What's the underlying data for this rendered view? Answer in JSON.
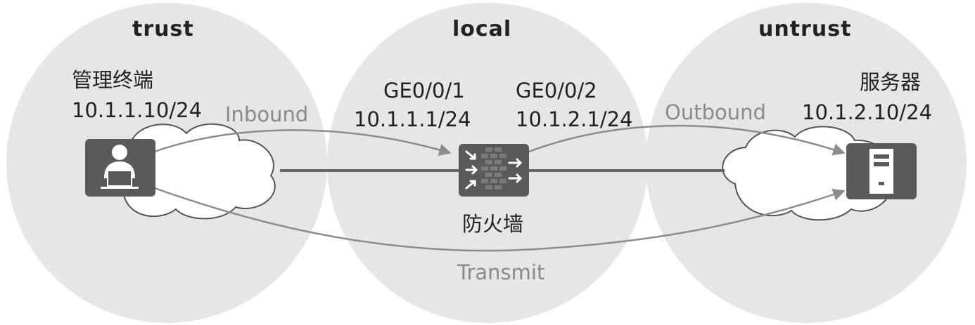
{
  "zones": {
    "trust": "trust",
    "local": "local",
    "untrust": "untrust"
  },
  "terminal": {
    "name": "管理终端",
    "ip": "10.1.1.10/24"
  },
  "firewall": {
    "name": "防火墙",
    "port1": {
      "name": "GE0/0/1",
      "ip": "10.1.1.1/24"
    },
    "port2": {
      "name": "GE0/0/2",
      "ip": "10.1.2.1/24"
    }
  },
  "server": {
    "name": "服务器",
    "ip": "10.1.2.10/24"
  },
  "flows": {
    "inbound": "Inbound",
    "outbound": "Outbound",
    "transmit": "Transmit"
  },
  "colors": {
    "zone_fill": "#e6e6e6",
    "cloud_fill": "#ffffff",
    "cloud_stroke": "#555555",
    "device_fill": "#5a5a5a",
    "link_stroke": "#666666",
    "flow_stroke": "#8c8c8c",
    "flow_text": "#8a8a8a",
    "text": "#222222"
  }
}
